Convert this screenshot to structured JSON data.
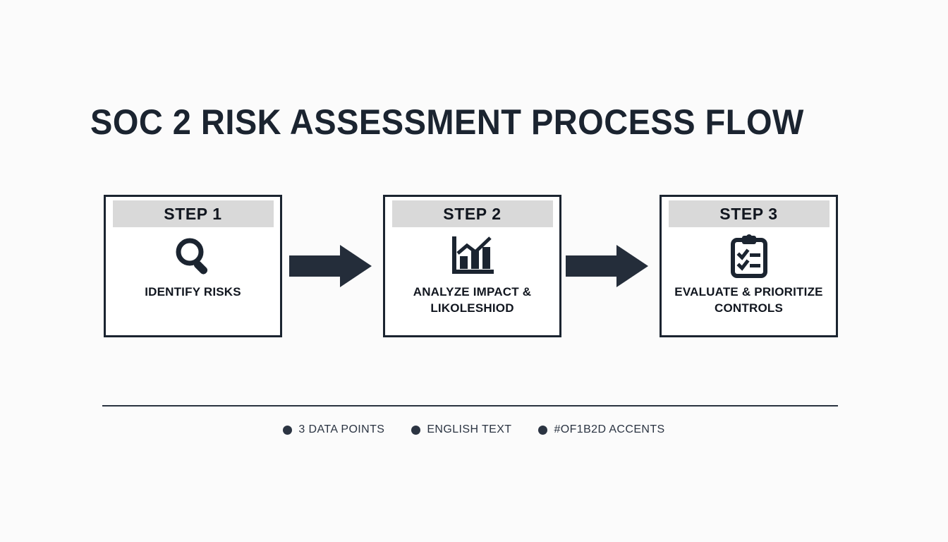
{
  "page": {
    "title": "SOC 2 RISK ASSESSMENT PROCESS FLOW",
    "background_color": "#fbfbfb",
    "accent_color": "#0F1B2D"
  },
  "flow": {
    "steps": [
      {
        "header": "STEP 1",
        "caption": "IDENTIFY RISKS",
        "icon": "magnifier-icon"
      },
      {
        "header": "STEP 2",
        "caption": "ANALYZE IMPACT & LIKOLESHIOD",
        "icon": "bar-chart-trend-icon"
      },
      {
        "header": "STEP 3",
        "caption": "EVALUATE & PRIORITIZE CONTROLS",
        "icon": "clipboard-checklist-icon"
      }
    ],
    "connectors": [
      {
        "icon": "arrow-right-icon"
      },
      {
        "icon": "arrow-right-icon"
      }
    ]
  },
  "legend": {
    "items": [
      {
        "label": "3 DATA POINTS",
        "dot": "bullet-dot-icon"
      },
      {
        "label": "ENGLISH TEXT",
        "dot": "bullet-dot-icon"
      },
      {
        "label": "#OF1B2D ACCENTS",
        "dot": "bullet-dot-icon"
      }
    ]
  }
}
